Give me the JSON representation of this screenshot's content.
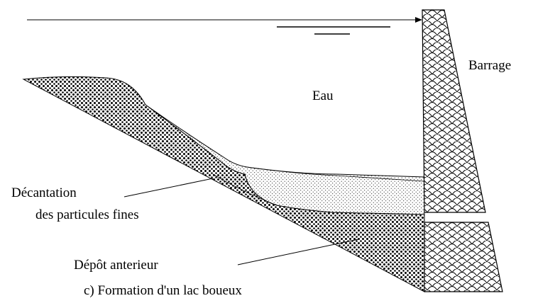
{
  "labels": {
    "water": "Eau",
    "dam": "Barrage",
    "settling_line1": "Décantation",
    "settling_line2": "des particules fines",
    "previous_deposit": "Dépôt anterieur",
    "caption": "c) Formation d'un lac boueux"
  },
  "colors": {
    "ink": "#000000",
    "background": "#ffffff"
  },
  "patterns": {
    "dam": "scale-pattern",
    "previous_deposit": "dense-dots-pattern",
    "fine_particles": "fine-dots-pattern"
  }
}
